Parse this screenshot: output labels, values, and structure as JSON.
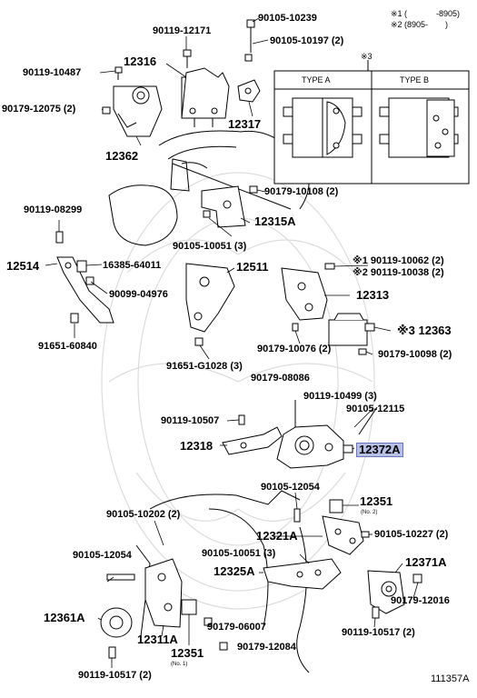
{
  "notes": {
    "n1_mark": "※1 (",
    "n1_val": "-8905)",
    "n2_mark": "※2 (8905-",
    "n2_val": ")",
    "star3": "※3"
  },
  "type_box": {
    "a": "TYPE A",
    "b": "TYPE B"
  },
  "labels": {
    "p90105_10239": "90105-10239",
    "p90119_12171": "90119-12171",
    "p90105_10197": "90105-10197 (2)",
    "p12316": "12316",
    "p90119_10487": "90119-10487",
    "p90179_12075": "90179-12075 (2)",
    "p12317": "12317",
    "p12362": "12362",
    "p90179_10108": "90179-10108 (2)",
    "p90119_08299": "90119-08299",
    "p12315A": "12315A",
    "p90105_10051_3": "90105-10051 (3)",
    "p12514": "12514",
    "p16385_64011": "16385-64011",
    "p12511": "12511",
    "p90099_04976": "90099-04976",
    "p90119_10062": "※1  90119-10062 (2)",
    "p90119_10038": "※2  90119-10038 (2)",
    "p12313": "12313",
    "p91651_60840": "91651-60840",
    "p12363": "※3 12363",
    "p90179_10076": "90179-10076 (2)",
    "p90179_10098": "90179-10098 (2)",
    "p91651_G1028": "91651-G1028 (3)",
    "p90179_08086": "90179-08086",
    "p90119_10499": "90119-10499 (3)",
    "p90119_10507": "90119-10507",
    "p90105_12115": "90105-12115",
    "p12318": "12318",
    "p12372A": "12372A",
    "p90105_12054_top": "90105-12054",
    "p12351_top": "12351",
    "p12351_top_note": "(No. 2)",
    "p90105_10202": "90105-10202 (2)",
    "p12321A": "12321A",
    "p90105_10227": "90105-10227 (2)",
    "p90105_12054_left": "90105-12054",
    "p90105_10051_3b": "90105-10051 (3)",
    "p12371A": "12371A",
    "p12325A": "12325A",
    "p90179_12016": "90179-12016",
    "p12361A": "12361A",
    "p12311A": "12311A",
    "p90179_06007": "90179-06007",
    "p90119_10517_r": "90119-10517 (2)",
    "p12351_bot": "12351",
    "p12351_bot_note": "(No. 1)",
    "p90179_12084": "90179-12084",
    "p90119_10517_l": "90119-10517 (2)",
    "fig_id": "111357A"
  },
  "colors": {
    "ink": "#000000",
    "highlight": "#b8bfe6",
    "watermark": "#d8d8d8"
  }
}
